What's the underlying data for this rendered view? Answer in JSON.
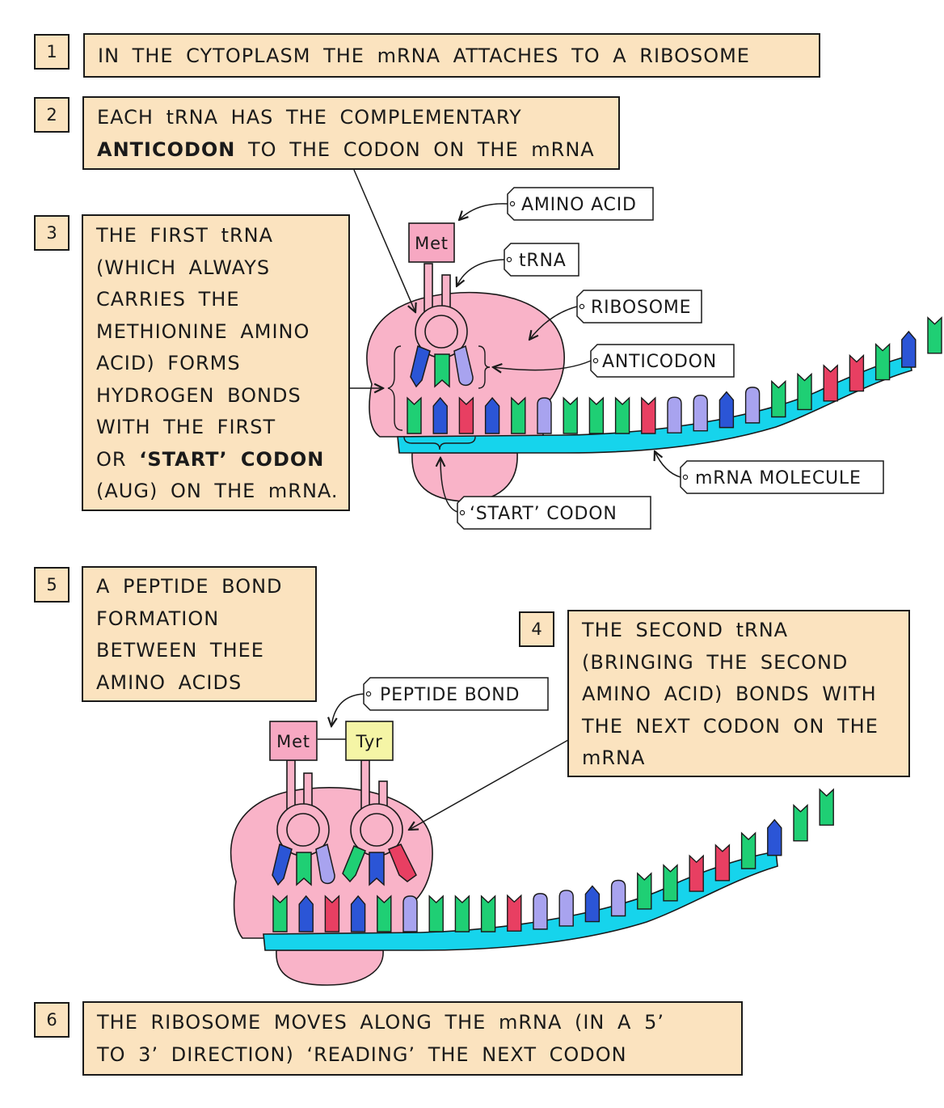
{
  "steps": [
    {
      "num": "1",
      "lines": [
        "IN THE CYTOPLASM THE mRNA ATTACHES TO A RIBOSOME"
      ]
    },
    {
      "num": "2",
      "line1": "EACH tRNA HAS THE COMPLEMENTARY",
      "bold": "ANTICODON",
      "rest": " TO THE CODON ON THE mRNA"
    },
    {
      "num": "3",
      "lines": [
        "THE FIRST tRNA",
        "(WHICH ALWAYS",
        "CARRIES THE",
        "METHIONINE AMINO",
        "ACID) FORMS",
        "HYDROGEN BONDS",
        "WITH THE FIRST"
      ],
      "last_pre": "OR ",
      "last_bold": "‘START’ CODON",
      "last_line": "(AUG) ON THE mRNA."
    },
    {
      "num": "4",
      "lines": [
        "THE SECOND tRNA",
        "(BRINGING THE SECOND",
        "AMINO ACID) BONDS WITH",
        "THE NEXT CODON ON THE",
        "mRNA"
      ]
    },
    {
      "num": "5",
      "lines": [
        "A PEPTIDE BOND",
        "FORMATION",
        "BETWEEN THEE",
        "AMINO ACIDS"
      ]
    },
    {
      "num": "6",
      "lines": [
        "THE RIBOSOME MOVES ALONG THE mRNA (IN A 5’",
        "TO 3’ DIRECTION) ‘READING’ THE NEXT CODON"
      ]
    }
  ],
  "labels": {
    "amino_acid": "AMINO ACID",
    "trna": "tRNA",
    "ribosome": "RIBOSOME",
    "anticodon": "ANTICODON",
    "mrna_molecule": "mRNA MOLECULE",
    "start_codon": "‘START’ CODON",
    "peptide_bond": "PEPTIDE BOND"
  },
  "amino_acids": {
    "first": "Met",
    "second": "Tyr"
  },
  "colors": {
    "box": "#fbe3bf",
    "ribosome": "#f9b3c8",
    "mrna": "#16d4ec",
    "met": "#f7a8c2",
    "tyr": "#f5f5a6",
    "base_green": "#1fcf74",
    "base_blue": "#2b55d6",
    "base_red": "#e83f62",
    "base_lilac": "#a8a3ef"
  }
}
